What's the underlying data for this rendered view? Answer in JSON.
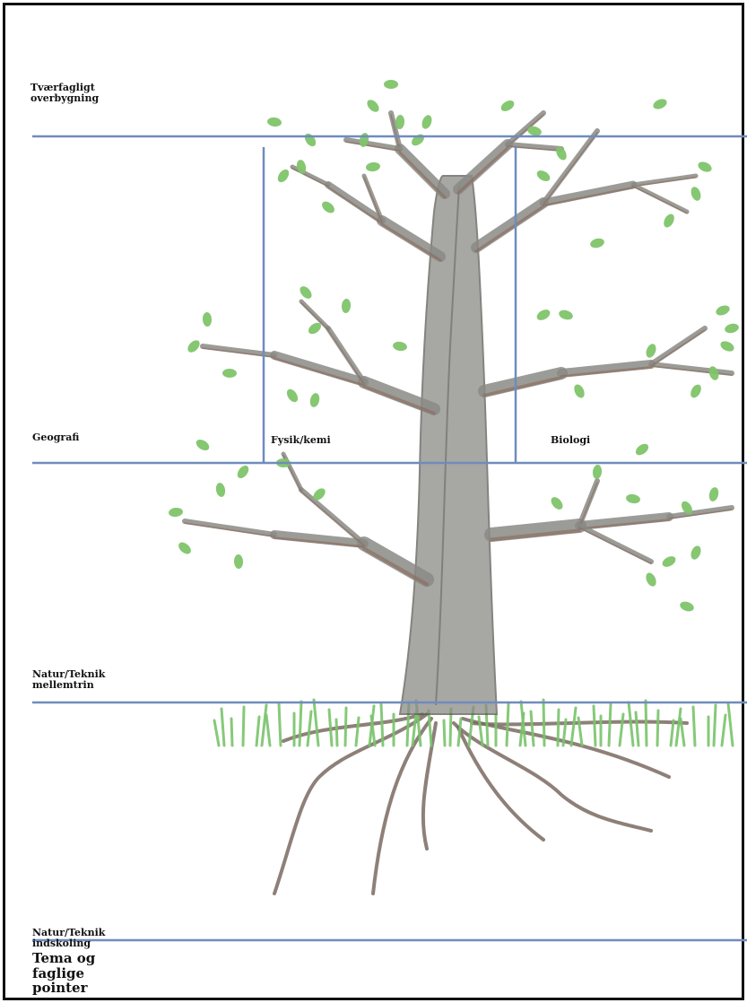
{
  "colors": {
    "divider": "#6f8cbd",
    "bark": "#8a8a86",
    "bark_dark": "#5e5a55",
    "branch_brown": "#8c6a5a",
    "leaf": "#7fc46a",
    "grass": "#79c36a",
    "root": "#7a6a60"
  },
  "levels": {
    "tvaerfagligt": "Tværfagligt\noverbygning",
    "geografi": "Geografi",
    "fysik_kemi": "Fysik/kemi",
    "biologi": "Biologi",
    "natur_teknik_mellemtrin": "Natur/Teknik\nmellemtrin",
    "natur_teknik_indskoling": "Natur/Teknik\nindskoling",
    "tema": "Tema og\nfaglige\npointer"
  }
}
